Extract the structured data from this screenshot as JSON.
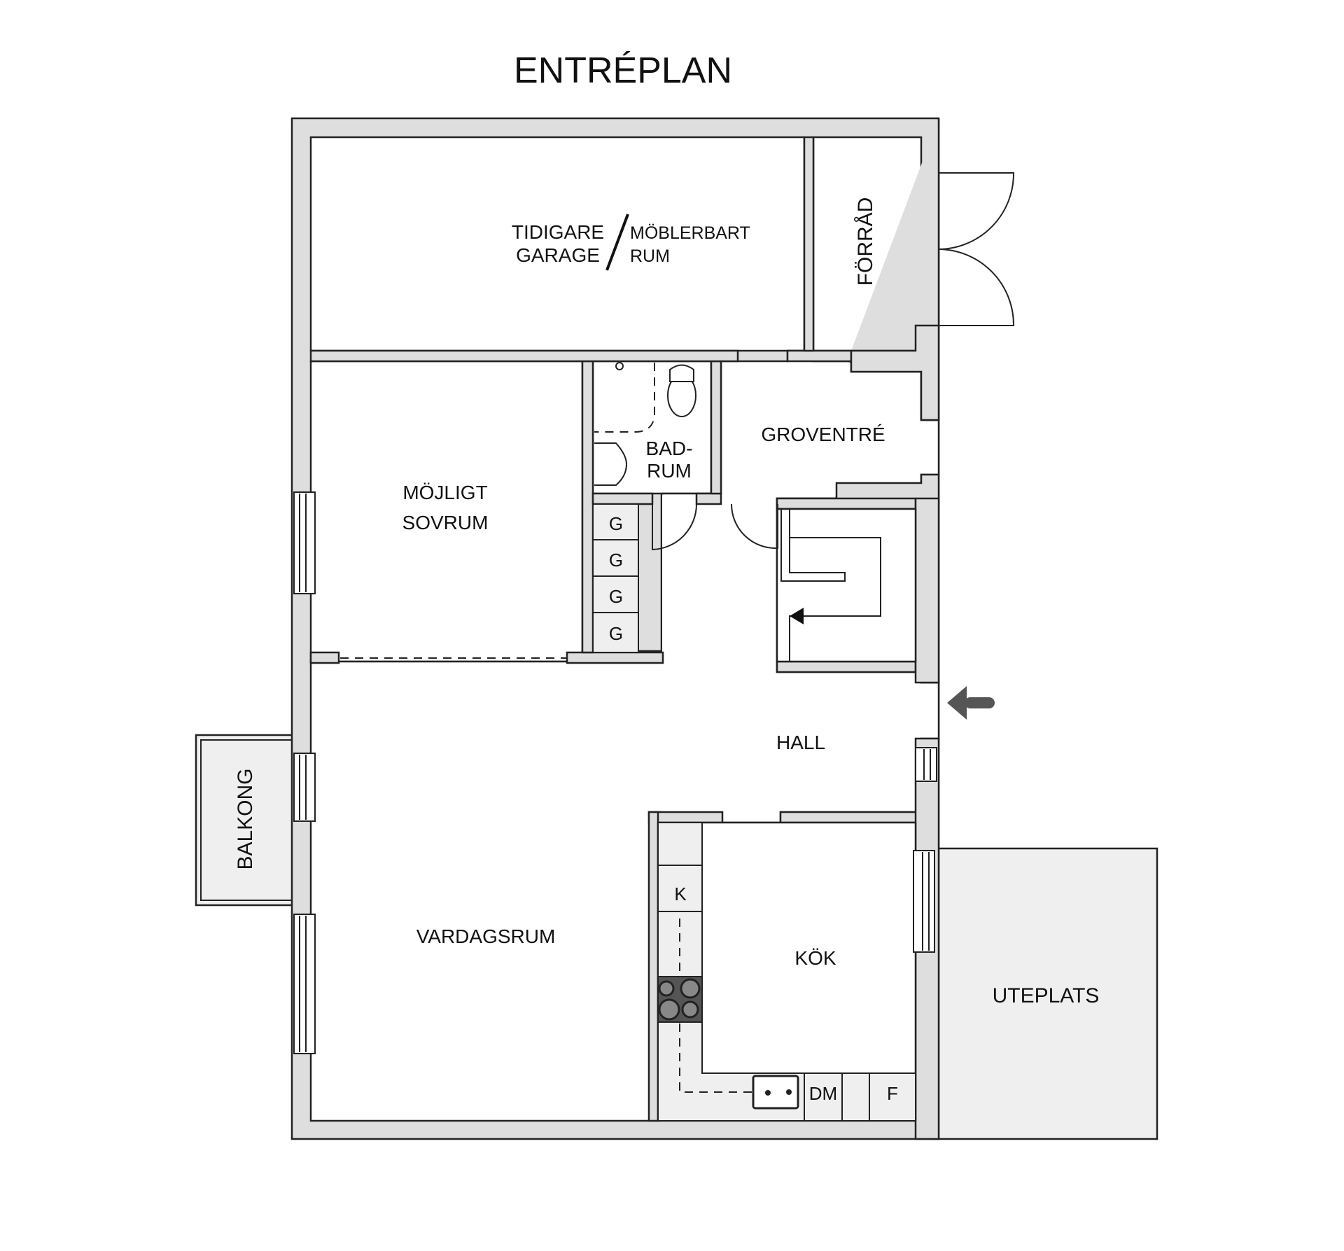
{
  "title": "ENTRÉPLAN",
  "rooms": {
    "garage": {
      "line1": "TIDIGARE",
      "line2": "GARAGE",
      "alt_line1": "MÖBLERBART",
      "alt_line2": "RUM"
    },
    "storage": {
      "label": "FÖRRÅD"
    },
    "bathroom": {
      "line1": "BAD-",
      "line2": "RUM"
    },
    "rough_entry": {
      "label": "GROVENTRÉ"
    },
    "bedroom": {
      "line1": "MÖJLIGT",
      "line2": "SOVRUM"
    },
    "hall": {
      "label": "HALL"
    },
    "living_room": {
      "label": "VARDAGSRUM"
    },
    "kitchen": {
      "label": "KÖK"
    },
    "balcony": {
      "label": "BALKONG"
    },
    "patio": {
      "label": "UTEPLATS"
    }
  },
  "closets": [
    "G",
    "G",
    "G",
    "G"
  ],
  "kitchen_units": {
    "fridge_left": "K",
    "dishwasher": "DM",
    "fridge": "F"
  },
  "entrance_arrow": {
    "color": "#555555"
  },
  "colors": {
    "wall": "#dedede",
    "fixture": "#efefef",
    "outline": "#222222",
    "stove": "#555555"
  }
}
